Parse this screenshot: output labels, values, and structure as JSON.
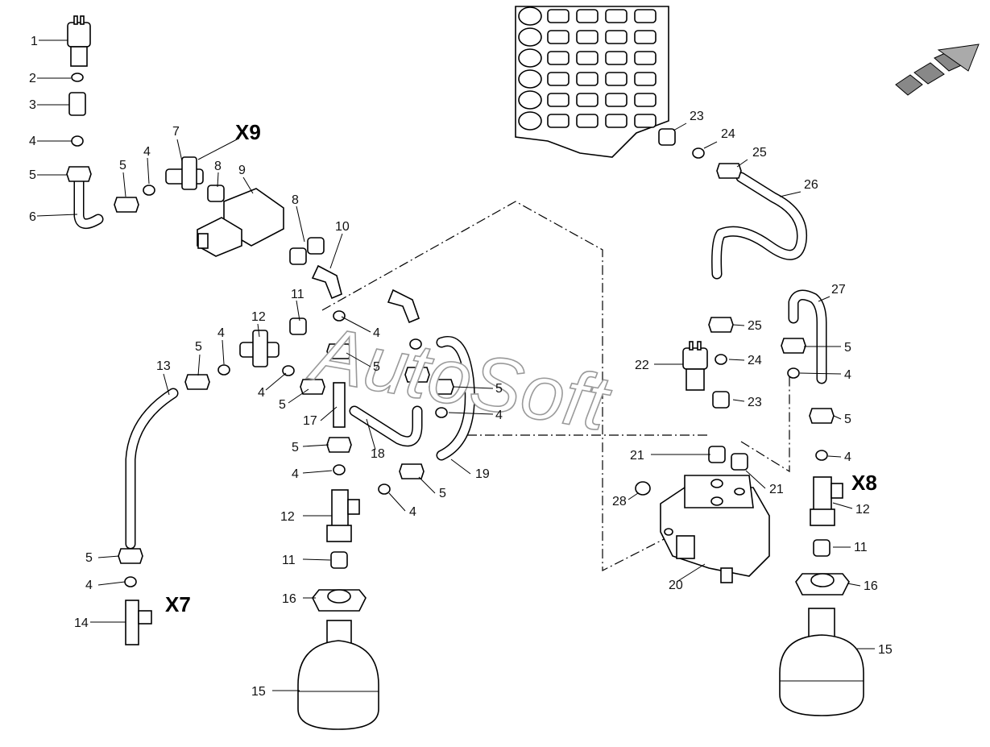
{
  "watermark": "AutoSoft",
  "group_labels": {
    "x7": "X7",
    "x8": "X8",
    "x9": "X9"
  },
  "callouts": {
    "c1": "1",
    "c2": "2",
    "c3": "3",
    "c4a": "4",
    "c5a": "5",
    "c6": "6",
    "c5b": "5",
    "c4b": "4",
    "c7": "7",
    "c8a": "8",
    "c9": "9",
    "c8b": "8",
    "c10": "10",
    "c11a": "11",
    "c12a": "12",
    "c4c": "4",
    "c5c": "5",
    "c4d": "4",
    "c5d": "5",
    "c4e": "4",
    "c5e": "5",
    "c13": "13",
    "c17": "17",
    "c18": "18",
    "c5f": "5",
    "c4f": "4",
    "c5g": "5",
    "c4g": "4",
    "c12b": "12",
    "c11b": "11",
    "c16a": "16",
    "c19": "19",
    "c5h": "5",
    "c4h": "4",
    "c5i": "5",
    "c4i": "4",
    "c14": "14",
    "c15a": "15",
    "c23a": "23",
    "c24a": "24",
    "c25a": "25",
    "c26": "26",
    "c25b": "25",
    "c24b": "24",
    "c22": "22",
    "c23b": "23",
    "c21a": "21",
    "c21b": "21",
    "c28": "28",
    "c20": "20",
    "c27": "27",
    "c5j": "5",
    "c4j": "4",
    "c5k": "5",
    "c4k": "4",
    "c12c": "12",
    "c11c": "11",
    "c16b": "16",
    "c15b": "15"
  }
}
